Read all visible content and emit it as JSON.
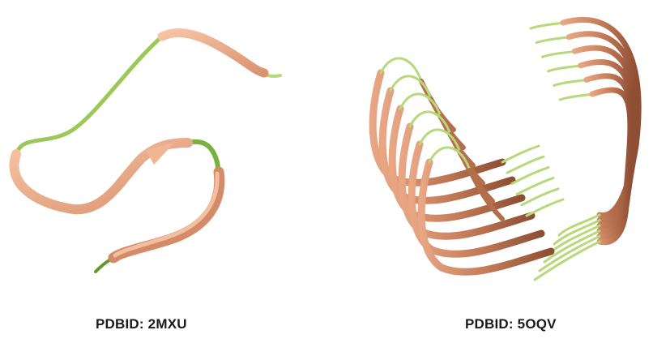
{
  "figure": {
    "left_panel": {
      "caption": "PDBID: 2MXU",
      "image_alt": "monomer ribbon structure"
    },
    "right_panel": {
      "caption": "PDBID: 5OQV",
      "image_alt": "stacked fibril ribbon structure"
    },
    "colors": {
      "strand_light": "#f0b592",
      "strand_dark": "#b56e4c",
      "coil": "#b7d97a",
      "coil_dark": "#5f9a2c"
    }
  }
}
